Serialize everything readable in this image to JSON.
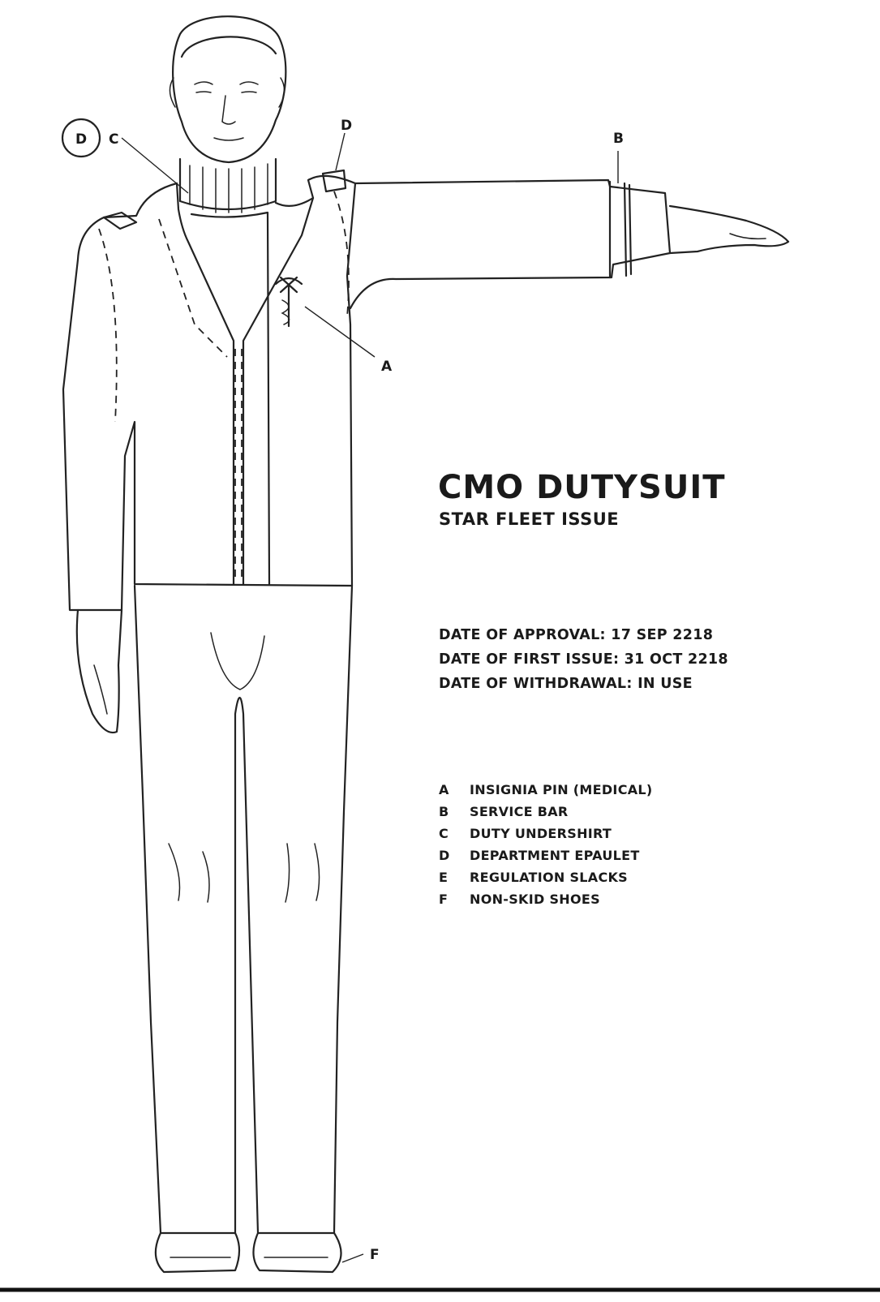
{
  "title": "CMO DUTYSUIT",
  "subtitle": "STAR FLEET ISSUE",
  "dates": [
    "DATE OF APPROVAL: 17 SEP 2218",
    "DATE OF FIRST ISSUE: 31 OCT 2218",
    "DATE OF WITHDRAWAL: IN USE"
  ],
  "legend": [
    {
      "code": "A",
      "text": "INSIGNIA PIN (MEDICAL)"
    },
    {
      "code": "B",
      "text": "SERVICE BAR"
    },
    {
      "code": "C",
      "text": "DUTY UNDERSHIRT"
    },
    {
      "code": "D",
      "text": "DEPARTMENT EPAULET"
    },
    {
      "code": "E",
      "text": "REGULATION SLACKS"
    },
    {
      "code": "F",
      "text": "NON-SKID SHOES"
    }
  ],
  "callouts": {
    "a": "A",
    "b": "B",
    "c": "C",
    "d_circled": "D",
    "d_shoulder": "D",
    "f": "F"
  }
}
